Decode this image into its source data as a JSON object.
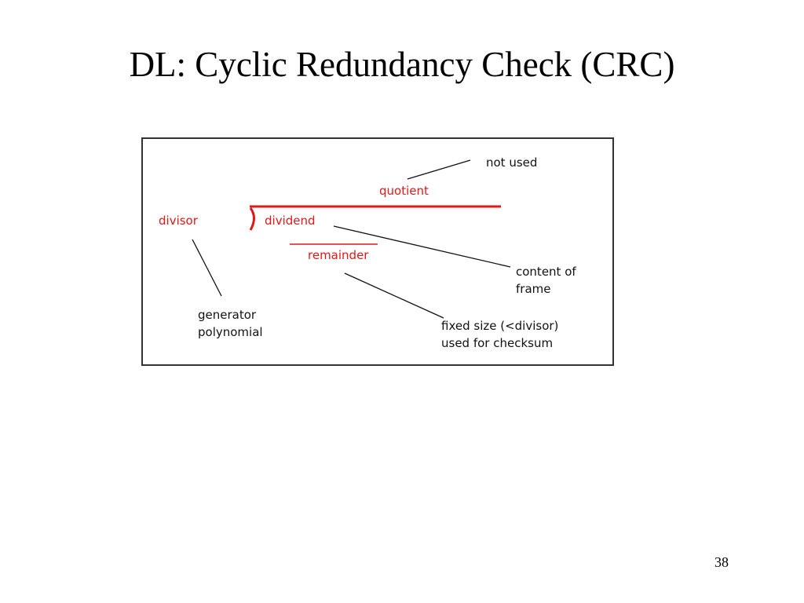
{
  "slide": {
    "title": "DL: Cyclic Redundancy Check (CRC)",
    "page_number": "38"
  },
  "diagram": {
    "accent_color": "#e01818",
    "line_color": "#111111",
    "labels": {
      "not_used": "not used",
      "quotient": "quotient",
      "divisor": "divisor",
      "dividend": "dividend",
      "remainder": "remainder",
      "content_of_frame": [
        "content of",
        "frame"
      ],
      "generator_polynomial": [
        "generator",
        "polynomial"
      ],
      "fixed_size": [
        "fixed size (<divisor)",
        "used for checksum"
      ]
    }
  }
}
